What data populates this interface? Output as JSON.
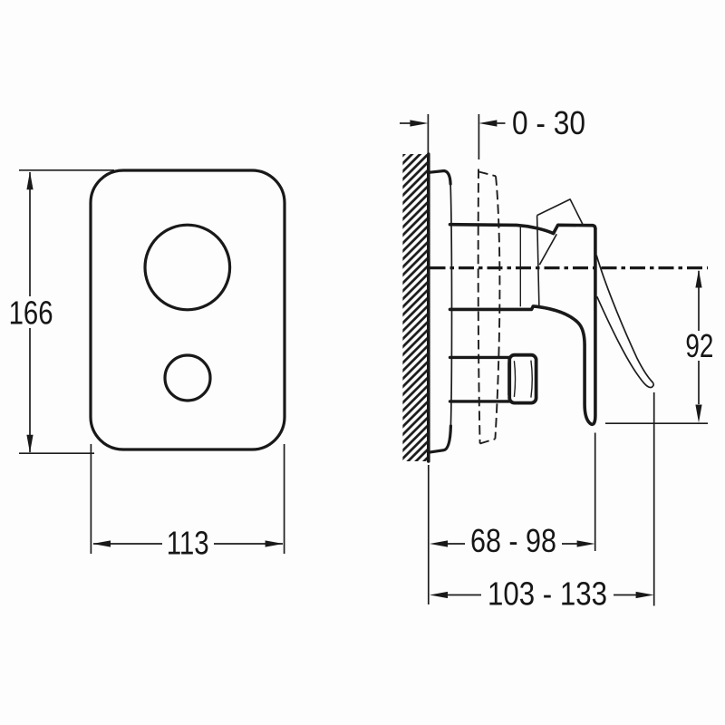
{
  "page": {
    "background": "#fdfdfd",
    "line_color": "#191919",
    "description": "Technical installation drawing of a concealed shower mixer valve: front view of trim plate and side section view with mounting dimensions (mm)"
  },
  "views": {
    "front": {
      "name": "trim plate front view",
      "height_dim": {
        "label": "166"
      },
      "width_dim": {
        "label": "113"
      }
    },
    "side": {
      "name": "valve side view",
      "wall_offset_dim": {
        "label": "0 - 30"
      },
      "handle_height_dim": {
        "label": "92"
      },
      "body_depth_dim": {
        "label": "68 - 98"
      },
      "overall_depth_dim": {
        "label": "103 - 133"
      }
    }
  }
}
